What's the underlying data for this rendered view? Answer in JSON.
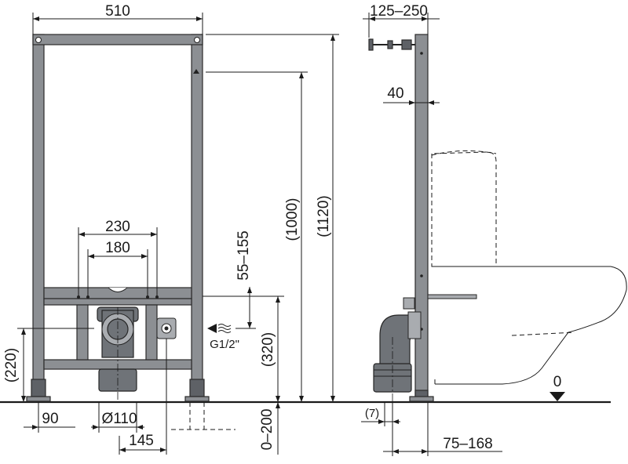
{
  "front_view": {
    "dim_width": "510",
    "dim_pipe_spacing_outer": "230",
    "dim_pipe_spacing_inner": "180",
    "dim_inlet_height": "(220)",
    "dim_foot": "90",
    "dim_drain_diameter": "Ø110",
    "dim_drain_offset": "145",
    "dim_inlet_range": "55–155",
    "dim_inlet_label": "G1/2\"",
    "dim_drain_height": "(320)",
    "dim_floor_range": "0–200",
    "dim_height_top": "(1000)",
    "dim_height_total": "(1120)"
  },
  "side_view": {
    "dim_rod_length": "125–250",
    "dim_frame_depth": "40",
    "dim_pipe_offset": "(7)",
    "dim_depth_range": "75–168",
    "dim_floor_level": "0"
  }
}
